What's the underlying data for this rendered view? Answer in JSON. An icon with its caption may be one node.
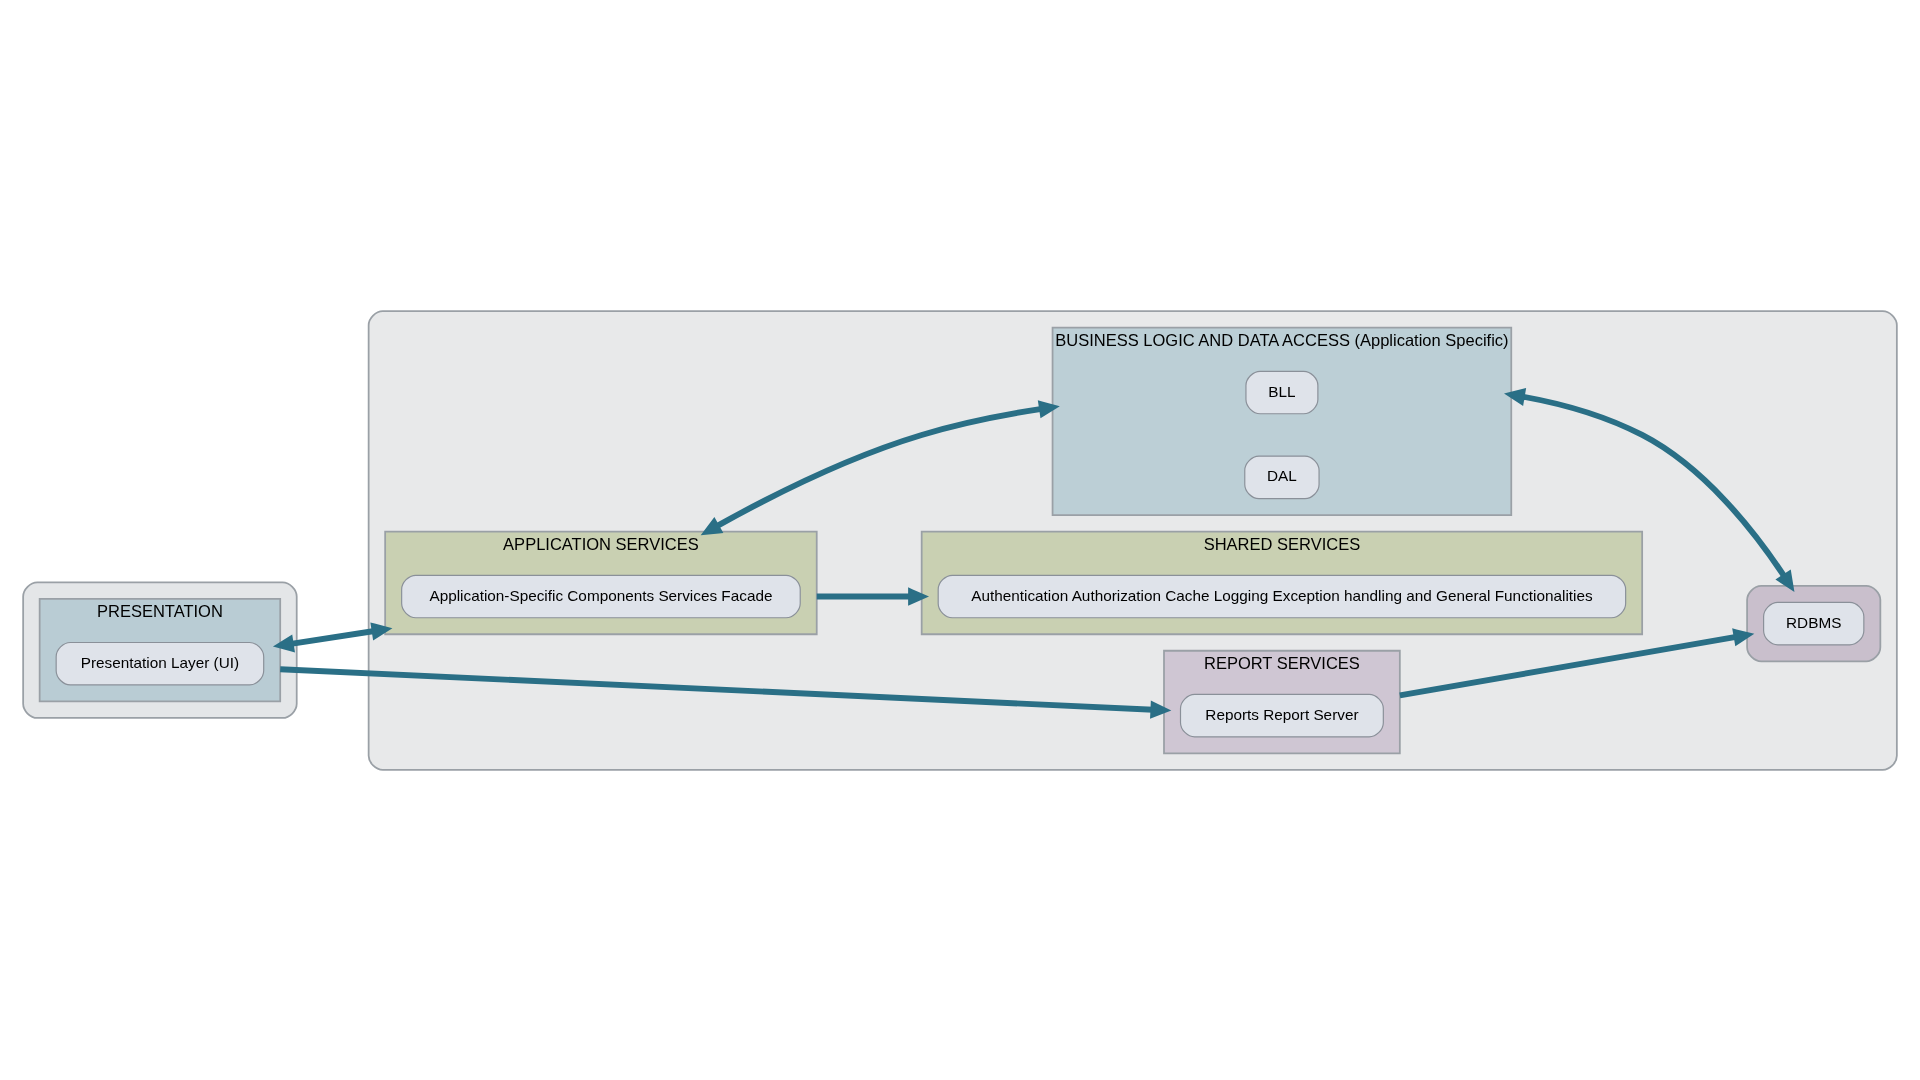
{
  "diagram": {
    "nodes": [
      {
        "text": [],
        "shape": "box"
      },
      {
        "text": [
          "PRESENTATION"
        ],
        "in": 0
      },
      {
        "text": [
          "Presentation Layer (UI)"
        ],
        "in": 1
      },
      {
        "text": [],
        "shape": "box"
      },
      {
        "text": [
          "SHARED SERVICES"
        ],
        "in": 3
      },
      {
        "text": [
          "Authentication Authorization Cache Logging Exception handling and General Functionalities"
        ],
        "in": 4
      },
      {
        "text": [
          "APPLICATION SERVICES"
        ],
        "in": 3
      },
      {
        "text": [
          "Application-Specific Components Services Facade"
        ],
        "in": 6
      },
      {
        "text": [
          "REPORT SERVICES"
        ],
        "in": 3
      },
      {
        "text": [
          "Reports Report Server"
        ],
        "in": 8
      },
      {
        "text": [
          "BUSINESS LOGIC AND DATA ACCESS (Application Specific)"
        ],
        "in": 3
      },
      {
        "text": [
          "BLL"
        ],
        "in": 10
      },
      {
        "text": [
          "DAL"
        ],
        "in": 10
      },
      {
        "text": [],
        "shape": "box",
        "in": 3
      },
      {
        "text": [
          "RDBMS"
        ],
        "in": 13
      }
    ],
    "edges": [
      {
        "from": 1,
        "to": 8,
        "arrow": "to"
      },
      {
        "from": 8,
        "to": 13,
        "arrow": "to"
      },
      {
        "from": 1,
        "to": 6,
        "arrow": "both"
      },
      {
        "from": 6,
        "to": 4,
        "arrow": "to"
      },
      {
        "from": 6,
        "to": 10,
        "arrow": "both"
      },
      {
        "from": 10,
        "to": 13,
        "arrow": "both"
      }
    ]
  }
}
